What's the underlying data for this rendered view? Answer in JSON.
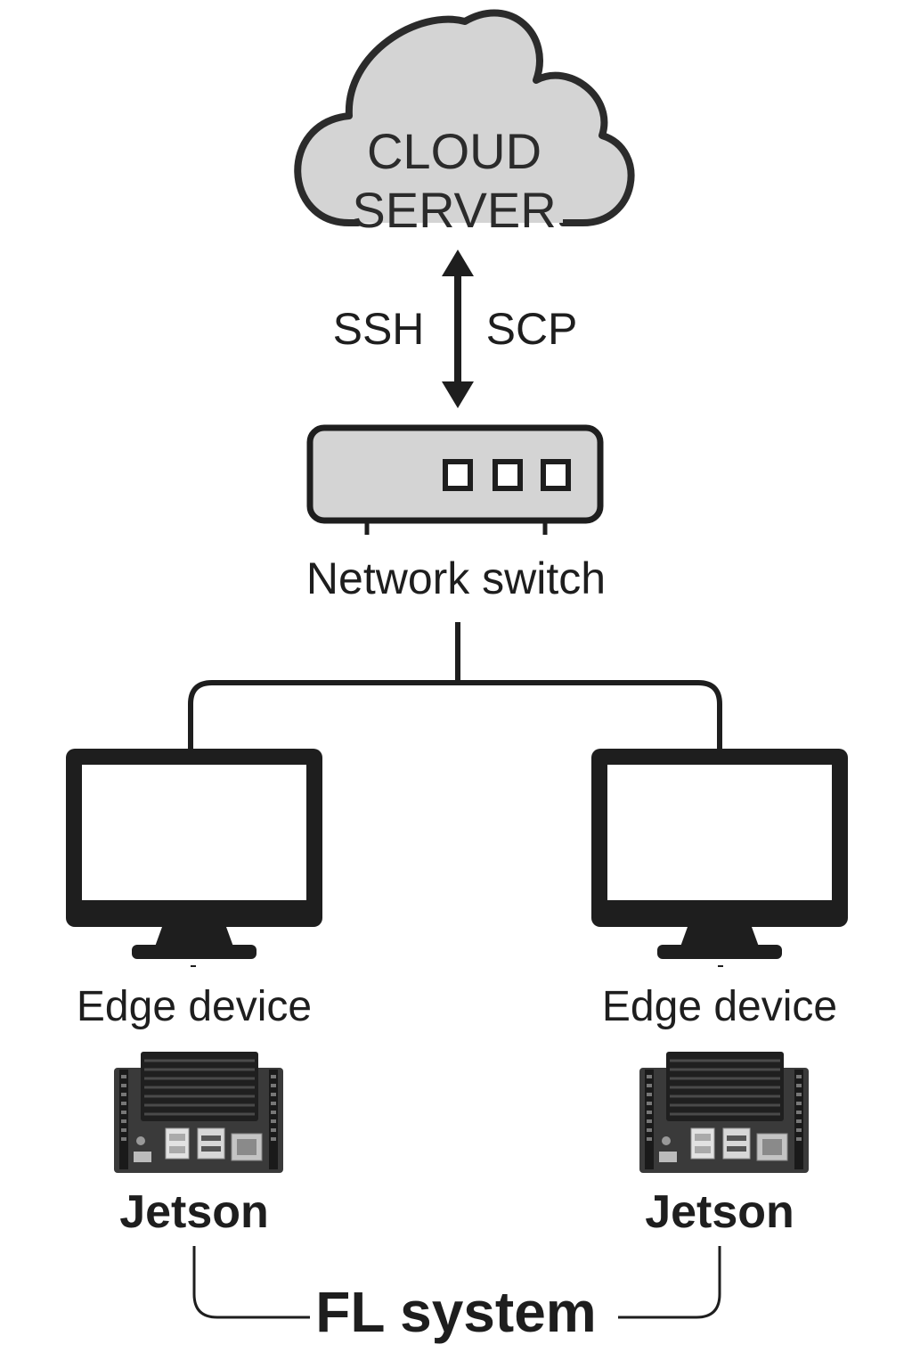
{
  "cloud": {
    "line1": "CLOUD",
    "line2": "SERVER",
    "fill": "#d4d4d4",
    "outline": "#2b2b2b"
  },
  "link": {
    "left_label": "SSH",
    "right_label": "SCP",
    "arrow": "double-headed-arrow"
  },
  "switch": {
    "label": "Network switch",
    "port_count": 3,
    "fill": "#d4d4d4"
  },
  "devices": [
    {
      "label": "Edge device",
      "icon": "monitor-icon",
      "board_label": "Jetson",
      "board_icon": "jetson-board-icon"
    },
    {
      "label": "Edge device",
      "icon": "monitor-icon",
      "board_label": "Jetson",
      "board_icon": "jetson-board-icon"
    }
  ],
  "system": {
    "label": "FL system"
  },
  "colors": {
    "ink": "#1e1e1e",
    "grey": "#d4d4d4"
  }
}
